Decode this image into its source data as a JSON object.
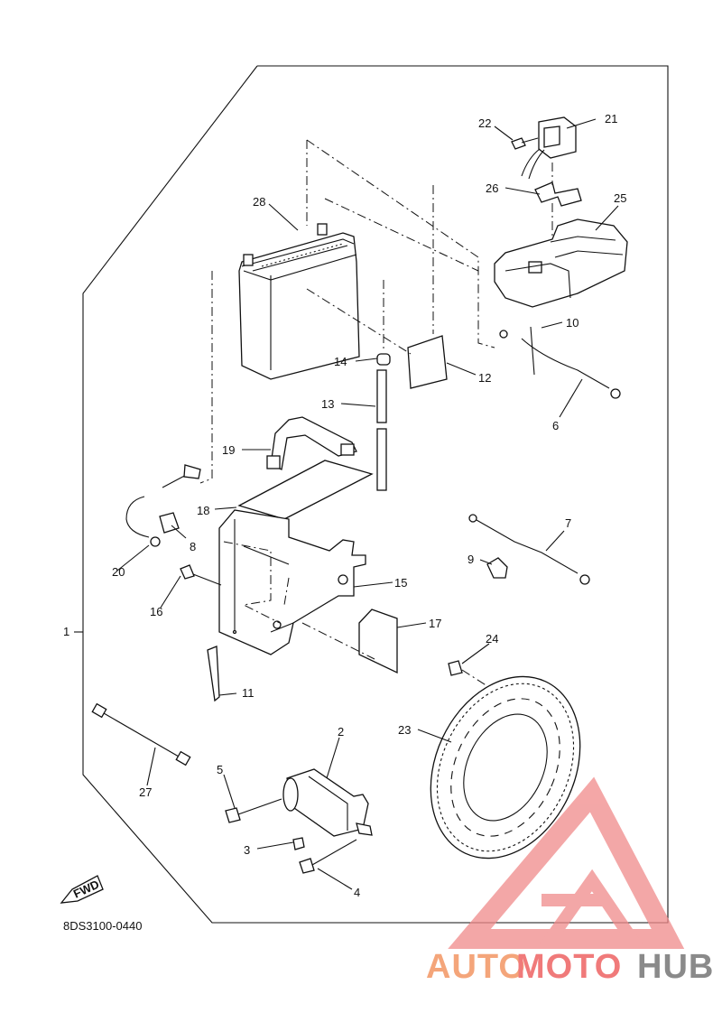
{
  "diagram": {
    "catalog_code": "8DS3100-0440",
    "fwd_label": "FWD",
    "callouts": [
      "1",
      "2",
      "3",
      "4",
      "5",
      "6",
      "7",
      "8",
      "9",
      "10",
      "11",
      "12",
      "13",
      "14",
      "15",
      "16",
      "17",
      "18",
      "19",
      "20",
      "21",
      "22",
      "23",
      "24",
      "25",
      "26",
      "27",
      "28"
    ]
  },
  "watermark": {
    "text_part1": "AUTO",
    "text_part2": "MOTO",
    "text_part3": "HUB",
    "color_primary": "#f4a07a",
    "color_secondary": "#f07a7a",
    "color_dark": "#8a8a8a"
  }
}
